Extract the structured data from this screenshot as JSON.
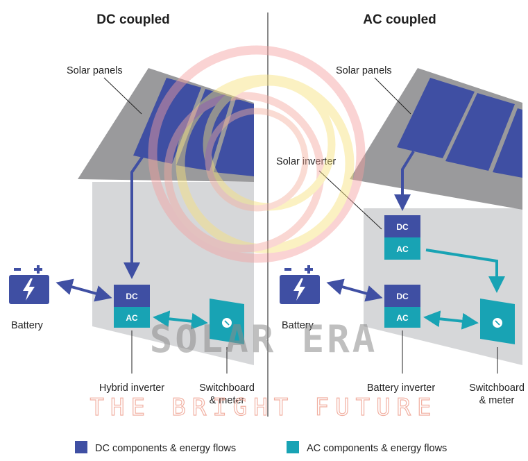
{
  "left": {
    "title": "DC coupled",
    "solar_panels_label": "Solar panels",
    "battery_label": "Battery",
    "inverter_dc": "DC",
    "inverter_ac": "AC",
    "inverter_label": "Hybrid inverter",
    "switchboard_label_line1": "Switchboard",
    "switchboard_label_line2": "& meter"
  },
  "right": {
    "title": "AC coupled",
    "solar_panels_label": "Solar panels",
    "solar_inverter_label": "Solar inverter",
    "solar_inverter_dc": "DC",
    "solar_inverter_ac": "AC",
    "battery_label": "Battery",
    "inverter_dc": "DC",
    "inverter_ac": "AC",
    "inverter_label": "Battery inverter",
    "switchboard_label_line1": "Switchboard",
    "switchboard_label_line2": "& meter"
  },
  "legend": {
    "dc_label": "DC components & energy flows",
    "ac_label": "AC components & energy flows"
  },
  "watermark": {
    "main": "SOLAR ERA",
    "sub": "THE BRIGHT FUTURE"
  },
  "colors": {
    "dc": "#3f4fa3",
    "ac": "#18a3b4",
    "roof": "#9a9a9c",
    "wall": "#d6d7d9",
    "panel": "#3f4fa3"
  },
  "icons": [
    "battery-icon",
    "meter-gauge-icon",
    "watermark-sun-logo"
  ]
}
